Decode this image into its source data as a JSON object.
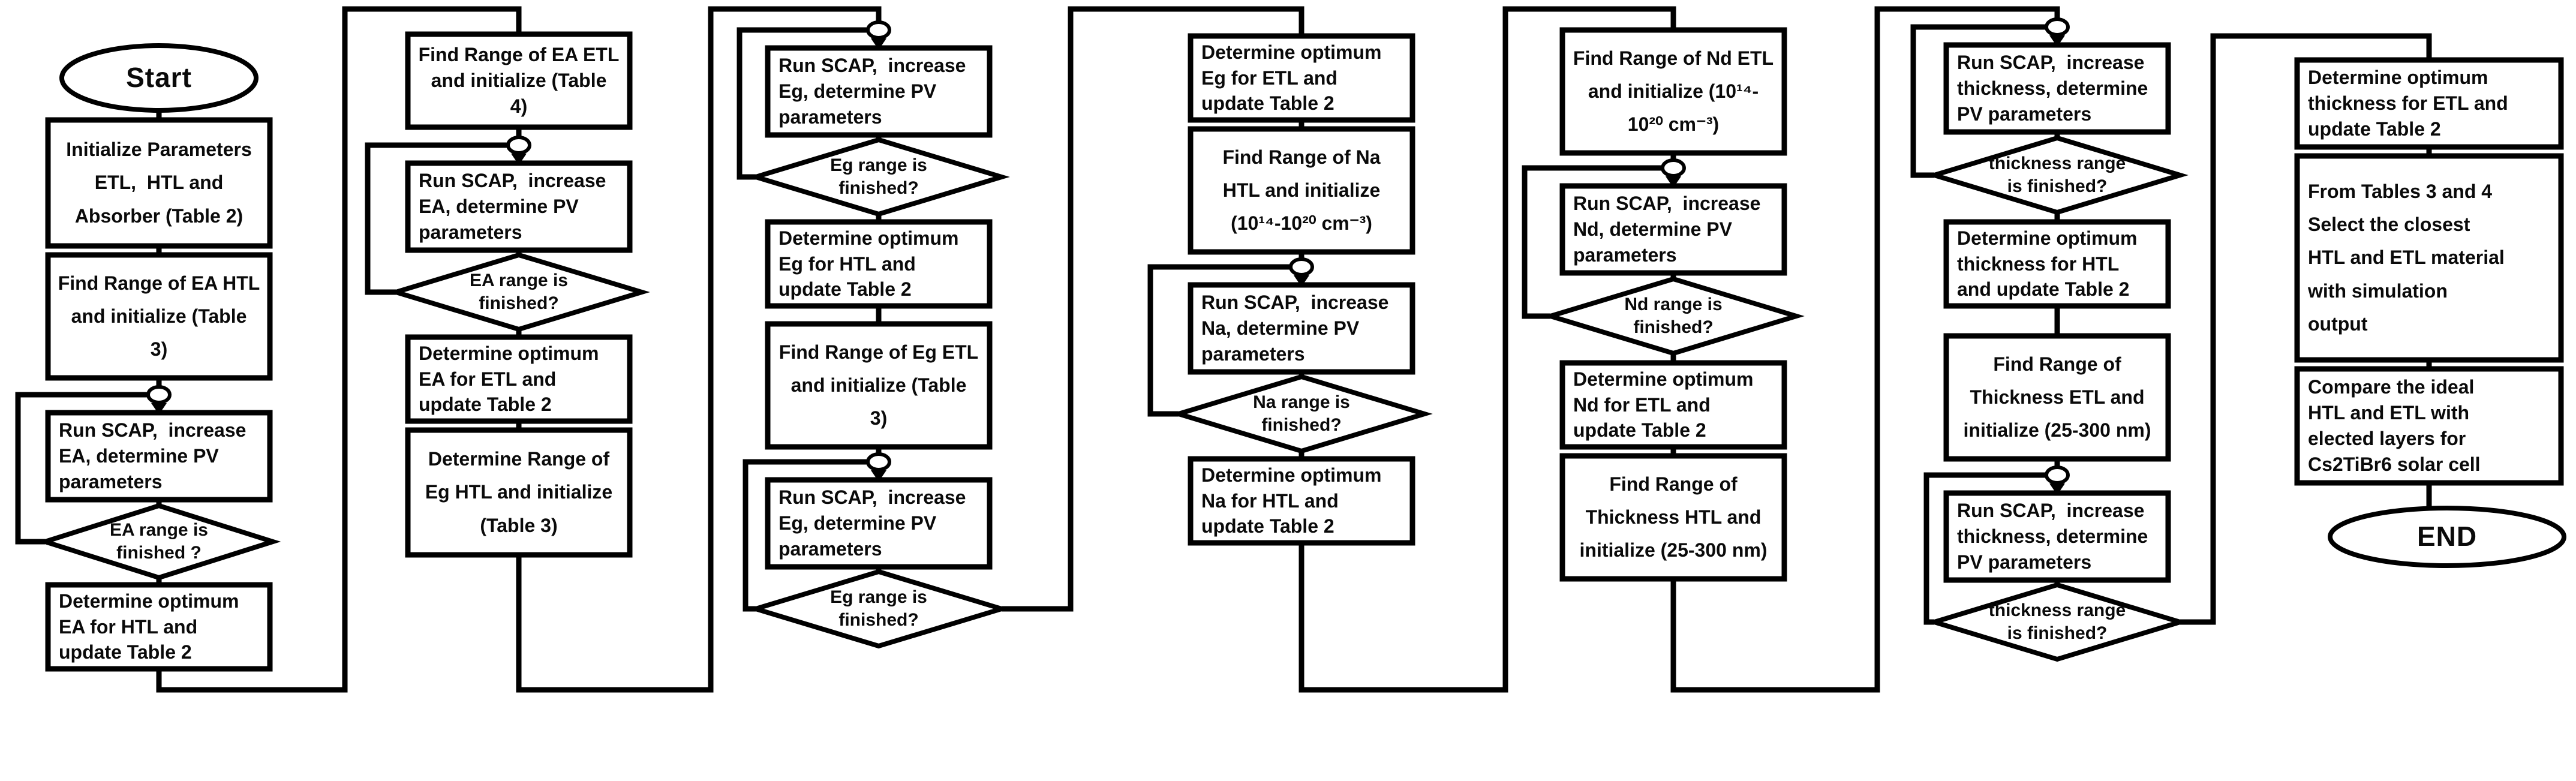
{
  "diagram": {
    "type": "flowchart",
    "colors": {
      "line": "#000000",
      "shape_fill": "#ffffff",
      "text": "#0a0a0a"
    },
    "nodes": {
      "start": {
        "type": "terminator",
        "label": "Start"
      },
      "p1": {
        "type": "process",
        "label": "Initialize Parameters\nETL,  HTL and\nAbsorber (Table 2)"
      },
      "p2": {
        "type": "process",
        "label": "Find Range of EA HTL\nand initialize (Table\n3)"
      },
      "c1": {
        "type": "connector",
        "label": ""
      },
      "p3": {
        "type": "process",
        "label": "Run SCAP,  increase\nEA, determine PV\nparameters"
      },
      "d1": {
        "type": "decision",
        "label": "EA range is\nfinished ?"
      },
      "p4": {
        "type": "process",
        "label": "Determine optimum\nEA for HTL and\nupdate Table 2"
      },
      "p5": {
        "type": "process",
        "label": "Find Range of EA ETL\nand initialize (Table\n4)"
      },
      "c2": {
        "type": "connector",
        "label": ""
      },
      "p6": {
        "type": "process",
        "label": "Run SCAP,  increase\nEA, determine PV\nparameters"
      },
      "d2": {
        "type": "decision",
        "label": "EA range is\nfinished?"
      },
      "p7": {
        "type": "process",
        "label": "Determine optimum\nEA for ETL and\nupdate Table 2"
      },
      "p8": {
        "type": "process",
        "label": "Determine Range of\nEg HTL and initialize\n(Table 3)"
      },
      "c3": {
        "type": "connector",
        "label": ""
      },
      "p9": {
        "type": "process",
        "label": "Run SCAP,  increase\nEg, determine PV\nparameters"
      },
      "d3": {
        "type": "decision",
        "label": "Eg range is\nfinished?"
      },
      "p10": {
        "type": "process",
        "label": "Determine optimum\nEg for HTL and\nupdate Table 2"
      },
      "p11": {
        "type": "process",
        "label": "Find Range of Eg ETL\nand initialize (Table\n3)"
      },
      "c4": {
        "type": "connector",
        "label": ""
      },
      "p12": {
        "type": "process",
        "label": "Run SCAP,  increase\nEg, determine PV\nparameters"
      },
      "d4": {
        "type": "decision",
        "label": "Eg range is\nfinished?"
      },
      "p13": {
        "type": "process",
        "label": "Determine optimum\nEg for ETL and\nupdate Table 2"
      },
      "p14": {
        "type": "process",
        "label": "Find Range of Na\nHTL and initialize\n(10¹⁴-10²⁰ cm⁻³)"
      },
      "c5": {
        "type": "connector",
        "label": ""
      },
      "p15": {
        "type": "process",
        "label": "Run SCAP,  increase\nNa, determine PV\nparameters"
      },
      "d5": {
        "type": "decision",
        "label": "Na range is\nfinished?"
      },
      "p16": {
        "type": "process",
        "label": "Determine optimum\nNa for HTL and\nupdate Table 2"
      },
      "p17": {
        "type": "process",
        "label": "Find Range of Nd ETL\nand initialize (10¹⁴-\n10²⁰ cm⁻³)"
      },
      "c6": {
        "type": "connector",
        "label": ""
      },
      "p18": {
        "type": "process",
        "label": "Run SCAP,  increase\nNd, determine PV\nparameters"
      },
      "d6": {
        "type": "decision",
        "label": "Nd range is\nfinished?"
      },
      "p19": {
        "type": "process",
        "label": "Determine optimum\nNd for ETL and\nupdate Table 2"
      },
      "p20": {
        "type": "process",
        "label": "Find Range of\nThickness HTL and\ninitialize (25-300 nm)"
      },
      "c7": {
        "type": "connector",
        "label": ""
      },
      "p21": {
        "type": "process",
        "label": "Run SCAP,  increase\nthickness, determine\nPV parameters"
      },
      "d7": {
        "type": "decision",
        "label": "thickness range\nis finished?"
      },
      "p22": {
        "type": "process",
        "label": "Determine optimum\nthickness for HTL\nand update Table 2"
      },
      "p23": {
        "type": "process",
        "label": "Find Range of\nThickness ETL and\ninitialize (25-300 nm)"
      },
      "c8": {
        "type": "connector",
        "label": ""
      },
      "p24": {
        "type": "process",
        "label": "Run SCAP,  increase\nthickness, determine\nPV parameters"
      },
      "d8": {
        "type": "decision",
        "label": "thickness range\nis finished?"
      },
      "p25": {
        "type": "process",
        "label": "Determine optimum\nthickness for ETL and\nupdate Table 2"
      },
      "p26": {
        "type": "process",
        "label": "From Tables 3 and 4\nSelect the closest\nHTL and ETL material\nwith simulation\noutput"
      },
      "p27": {
        "type": "process",
        "label": "Compare the ideal\nHTL and ETL with\nelected layers for\nCs2TiBr6 solar cell"
      },
      "end": {
        "type": "terminator",
        "label": "END"
      }
    }
  }
}
